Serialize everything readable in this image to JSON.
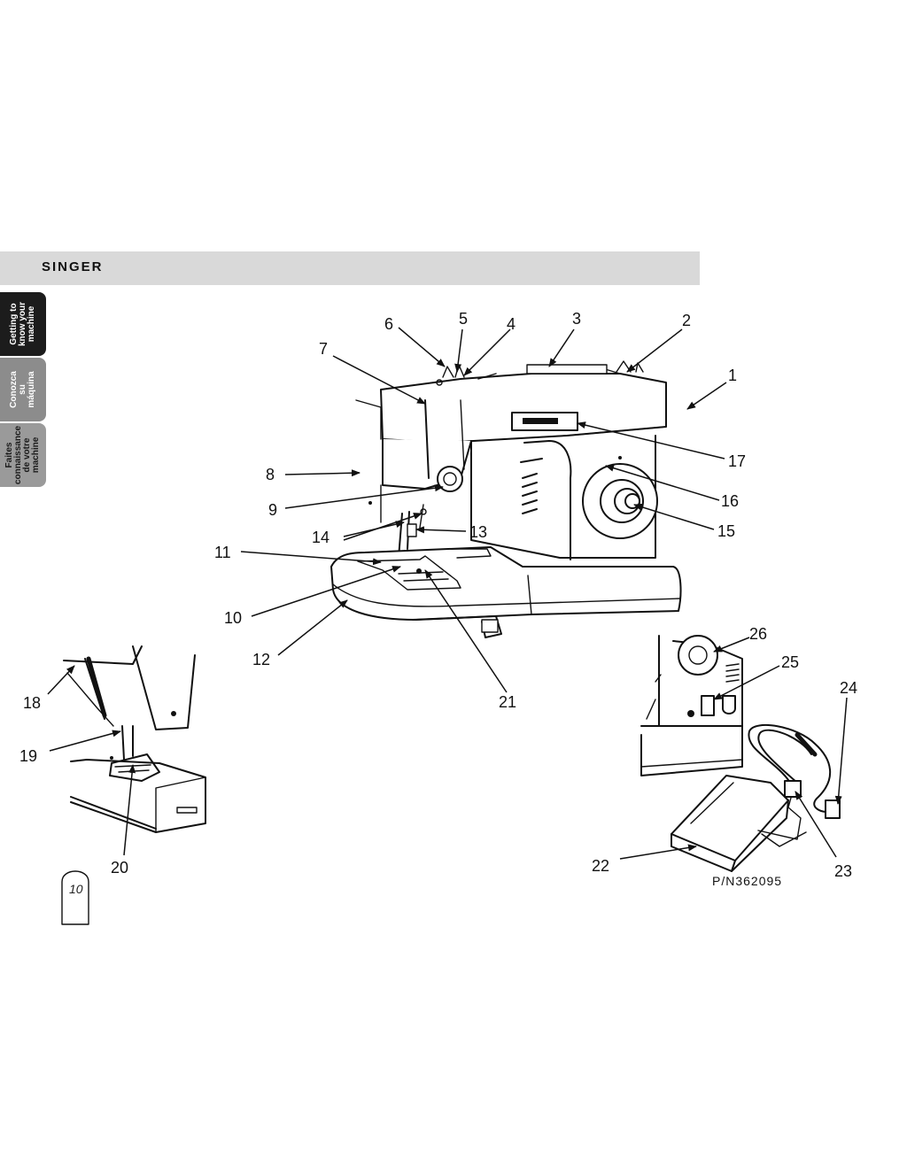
{
  "header": {
    "brand": "SINGER"
  },
  "side_tabs": [
    {
      "label": "Getting to\nknow your\nmachine"
    },
    {
      "label": "Conozca\nsu\nmáquina"
    },
    {
      "label": "Faites\nconnaissance\nde votre\nmachine"
    }
  ],
  "callouts": [
    "1",
    "2",
    "3",
    "4",
    "5",
    "6",
    "7",
    "8",
    "9",
    "10",
    "11",
    "12",
    "13",
    "14",
    "15",
    "16",
    "17",
    "18",
    "19",
    "20",
    "21",
    "22",
    "23",
    "24",
    "25",
    "26"
  ],
  "part_number": "P/N362095",
  "page_number": "10"
}
